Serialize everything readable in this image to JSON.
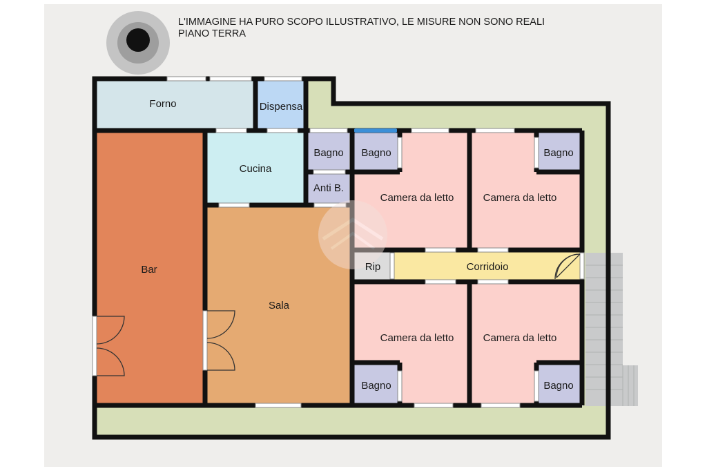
{
  "header": {
    "disclaimer": "L'IMMAGINE HA PURO SCOPO ILLUSTRATIVO, LE MISURE NON SONO REALI",
    "floor": "PIANO TERRA"
  },
  "rooms": {
    "forno": "Forno",
    "dispensa": "Dispensa",
    "cucina": "Cucina",
    "bagno_1": "Bagno",
    "bagno_2": "Bagno",
    "bagno_3": "Bagno",
    "anti_bagno": "Anti B.",
    "camera_1": "Camera da letto",
    "camera_2": "Camera da letto",
    "bar": "Bar",
    "sala": "Sala",
    "ripostiglio": "Rip",
    "corridoio": "Corridoio",
    "camera_3": "Camera da letto",
    "camera_4": "Camera da letto",
    "bagno_4": "Bagno",
    "bagno_5": "Bagno"
  },
  "colors": {
    "background": "#efeeec",
    "terrace": "#d7dfb8",
    "forno": "#d4e5ea",
    "dispensa": "#bcd8f4",
    "cucina": "#cdeef2",
    "bagno": "#c8c9e3",
    "camera": "#fcd1cc",
    "bar": "#e2855a",
    "sala": "#e5aa72",
    "corridoio": "#fae8a2",
    "ripostiglio": "#dcdcdc",
    "stairs": "#c9cacb",
    "wall": "#111111",
    "chimney": "#c4c4c4"
  }
}
